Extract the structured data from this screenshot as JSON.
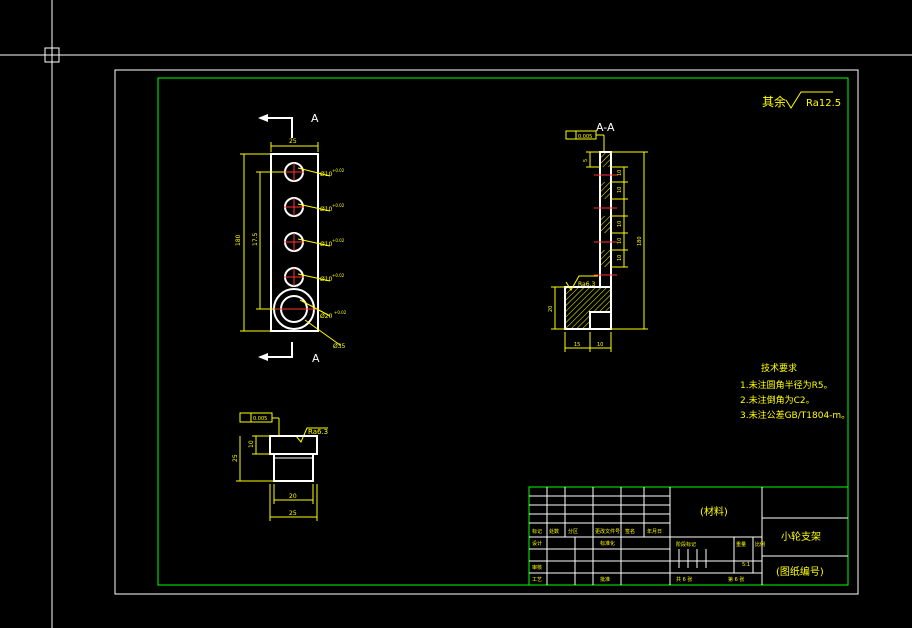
{
  "roughness": {
    "prefix": "其余",
    "value": "Ra12.5"
  },
  "section_label": "A-A",
  "view_arrow_label": "A",
  "front_view": {
    "width_dim": "25",
    "height_dim_outer": "180",
    "height_dim_inner": "17.5",
    "hole_callouts": [
      "Ø10",
      "Ø10",
      "Ø10",
      "Ø10",
      "Ø20"
    ],
    "hole_tolerance_upper": "+0.02",
    "hole_tolerance_lower": "0",
    "bore_dim": "Ø35"
  },
  "section_view": {
    "flatness": "0.005",
    "roughness": "Ra6.3",
    "dims_right": [
      "10",
      "10",
      "10",
      "10",
      "10"
    ],
    "top_dim": "5",
    "height_dim": "180",
    "bottom_left_dim": "20",
    "bottom_w1": "15",
    "bottom_w2": "10"
  },
  "bottom_view": {
    "flatness": "0.005",
    "roughness": "Ra6.3",
    "dim_h1": "10",
    "dim_h2": "25",
    "dim_w1": "20",
    "dim_w2": "25"
  },
  "tech_requirements": {
    "title": "技术要求",
    "items": [
      "1.未注圆角半径为R5。",
      "2.未注倒角为C2。",
      "3.未注公差GB/T1804-m。"
    ]
  },
  "title_block": {
    "material": "(材料)",
    "part_name": "小轮支架",
    "drawing_no": "(图纸编号)",
    "row_labels": [
      "标记",
      "处数",
      "分区",
      "更改文件号",
      "签名",
      "年月日"
    ],
    "left_labels": [
      "设计",
      "审核",
      "工艺"
    ],
    "standardize": "标准化",
    "approve": "批准",
    "stage_label": "阶段标记",
    "weight_label": "重量",
    "scale_label": "比例",
    "scale_value": "5:1",
    "sheets_total": "共 6 张",
    "sheet_no": "第 6 张"
  }
}
